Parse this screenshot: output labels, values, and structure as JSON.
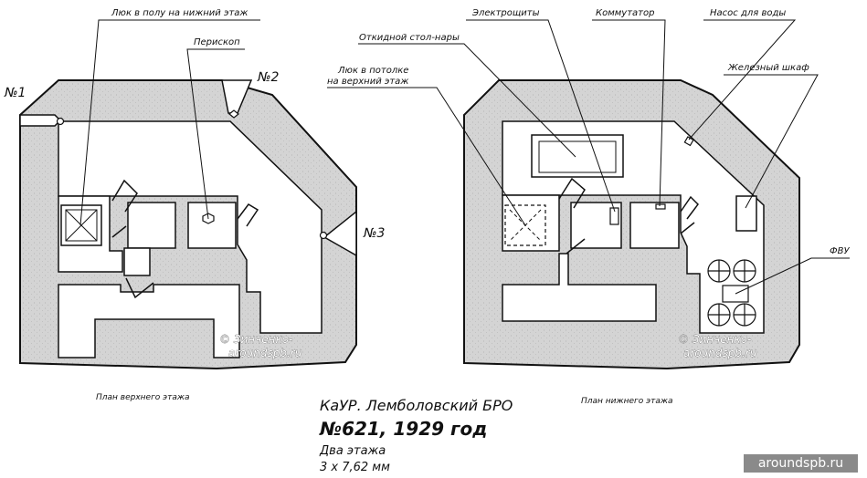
{
  "plan_upper": {
    "caption": "План верхнего этажа",
    "labels": {
      "hatch_floor": "Люк в полу на нижний этаж",
      "periscope": "Перископ",
      "emb1": "№1",
      "emb2": "№2",
      "emb3": "№3"
    },
    "watermark": [
      "© Зинченко-",
      "aroundspb.ru"
    ]
  },
  "plan_lower": {
    "caption": "План нижнего этажа",
    "labels": {
      "switchboards": "Электрощиты",
      "commutator": "Коммутатор",
      "pump": "Насос для воды",
      "bunk": "Откидной стол-нары",
      "hatch_ceiling_1": "Люк в потолке",
      "hatch_ceiling_2": "на верхний этаж",
      "iron_cabinet": "Железный шкаф",
      "fvu": "ФВУ"
    },
    "watermark": [
      "© Зинченко-",
      "aroundspb.ru"
    ]
  },
  "title": {
    "line1": "КаУР. Лемболовский БРО",
    "line2": "№621, 1929 год",
    "line3": "Два этажа",
    "line4": "3 х 7,62 мм"
  },
  "site": "aroundspb.ru",
  "colors": {
    "wall": "#d4d4d4",
    "line": "#111111",
    "badge": "#8a8a8a"
  }
}
